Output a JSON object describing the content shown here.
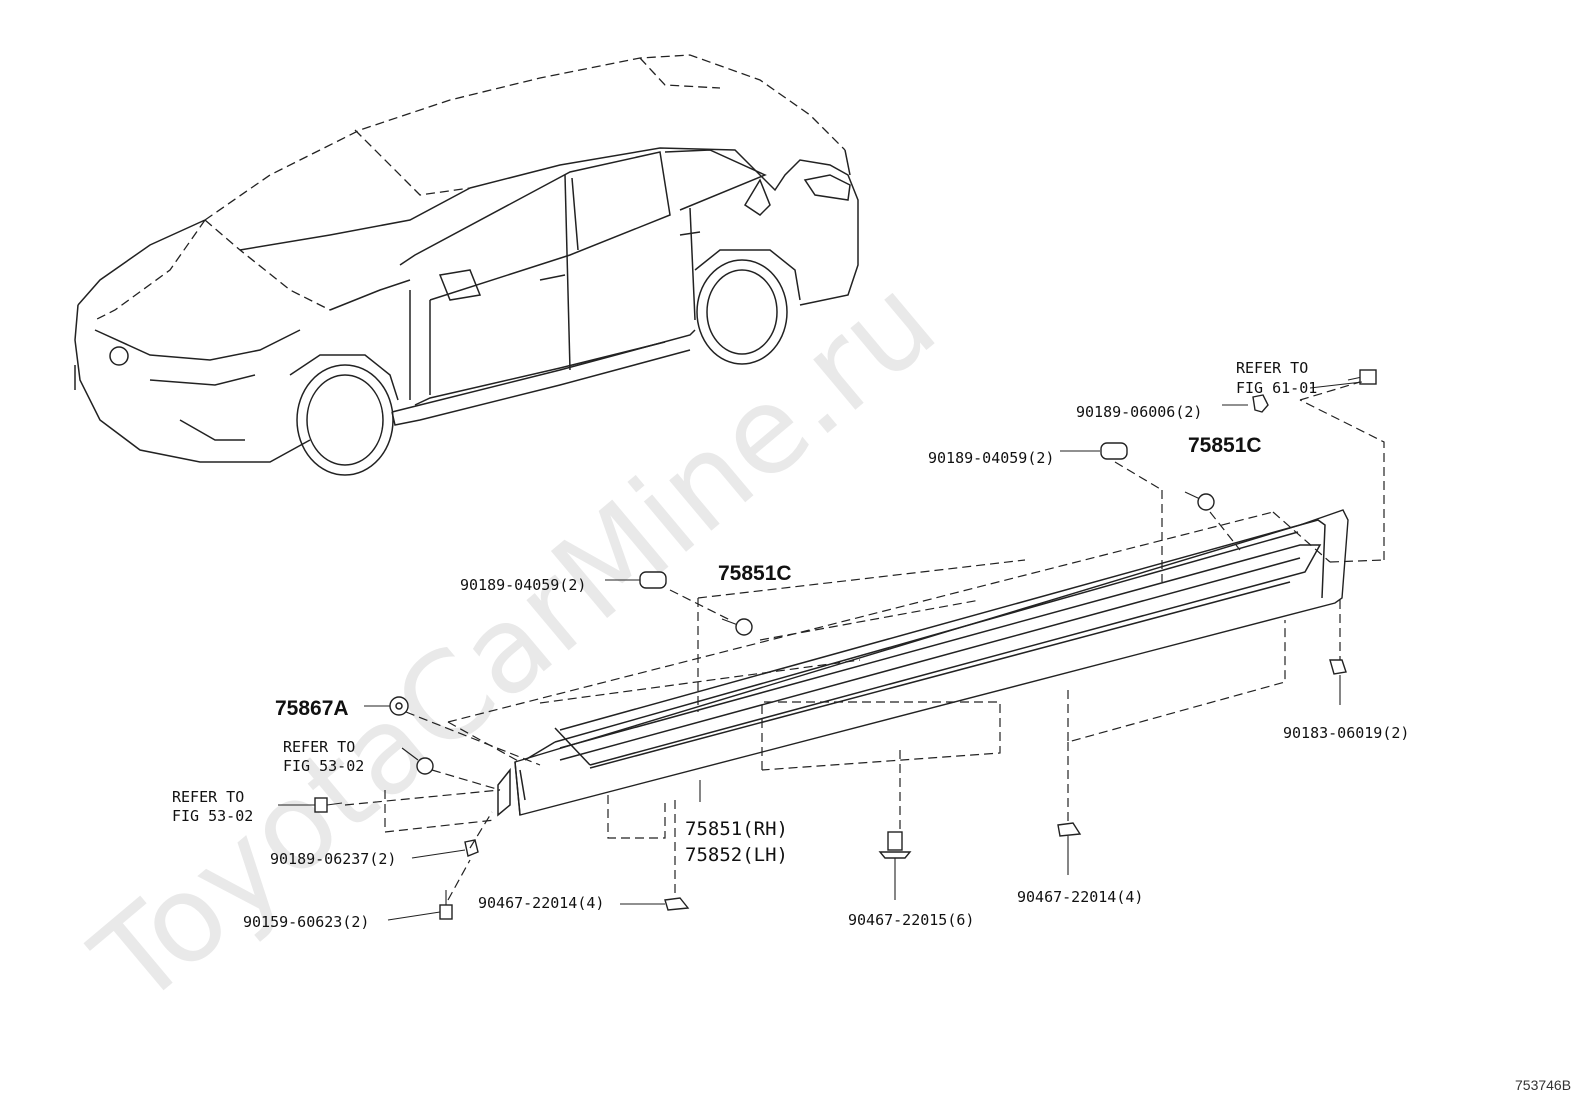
{
  "watermark": "ToyotaCarMine.ru",
  "illustration_id": "753746B",
  "labels": {
    "p75851c_a": "75851C",
    "p75851c_b": "75851C",
    "p75867a": "75867A",
    "rh": "75851(RH)",
    "lh": "75852(LH)",
    "c9018904059_a": "90189-04059(2)",
    "c9018904059_b": "90189-04059(2)",
    "c9018906006": "90189-06006(2)",
    "c9018306019": "90183-06019(2)",
    "c9018906237": "90189-06237(2)",
    "c9015960623": "90159-60623(2)",
    "c9046722014_a": "90467-22014(4)",
    "c9046722014_b": "90467-22014(4)",
    "c9046722015": "90467-22015(6)"
  },
  "refer": {
    "fig6101_line1": "REFER TO",
    "fig6101_line2": "FIG 61-01",
    "fig5302a_line1": "REFER TO",
    "fig5302a_line2": "FIG 53-02",
    "fig5302b_line1": "REFER TO",
    "fig5302b_line2": "FIG 53-02"
  }
}
